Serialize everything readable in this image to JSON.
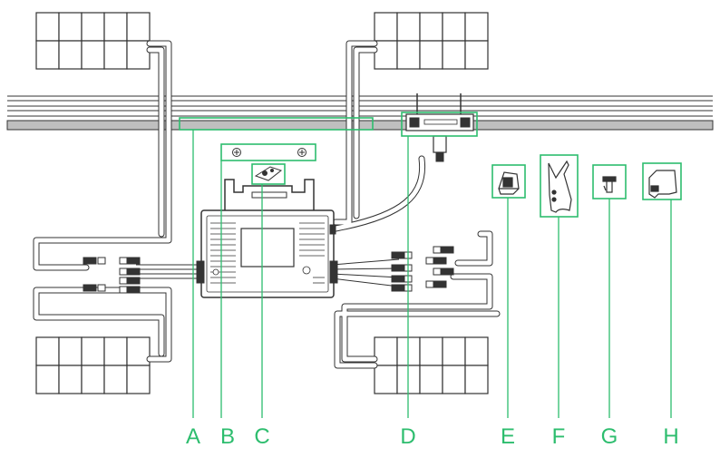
{
  "colors": {
    "line": "#333333",
    "accent": "#2dbd6e",
    "rail_shade": "#bfbfbf",
    "background": "#ffffff"
  },
  "parts": [
    {
      "key": "rail-slot",
      "label": "A",
      "icon": "mounting-rail-slot"
    },
    {
      "key": "mounting-plate",
      "label": "B",
      "icon": "mounting-bracket-with-screws"
    },
    {
      "key": "mounting-clip",
      "label": "C",
      "icon": "small-mounting-clip"
    },
    {
      "key": "ac-connector",
      "label": "D",
      "icon": "ac-trunk-connector"
    },
    {
      "key": "end-cap",
      "label": "E",
      "icon": "connector-end-cap"
    },
    {
      "key": "unlock-tool",
      "label": "F",
      "icon": "disconnect-tool"
    },
    {
      "key": "sealing-plug",
      "label": "G",
      "icon": "sealing-plug"
    },
    {
      "key": "bracket",
      "label": "H",
      "icon": "connector-bracket"
    }
  ]
}
